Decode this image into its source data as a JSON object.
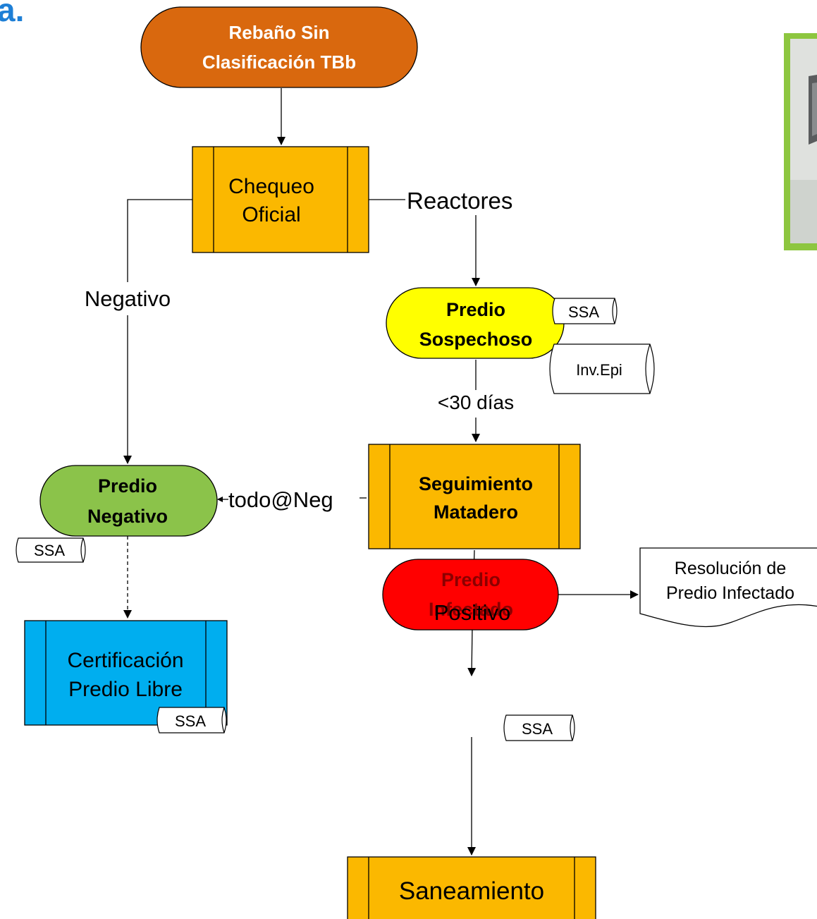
{
  "header_fragment": "a.",
  "nodes": {
    "start": {
      "lines": [
        "Rebaño Sin",
        "Clasificación TBb"
      ],
      "color": "#d9680e"
    },
    "chequeo": {
      "lines": [
        "Chequeo",
        "Oficial"
      ],
      "color": "#fbb800"
    },
    "sospechoso": {
      "lines": [
        "Predio",
        "Sospechoso"
      ],
      "color": "#ffff00"
    },
    "seguimiento": {
      "lines": [
        "Seguimiento",
        "Matadero"
      ],
      "color": "#fbb800"
    },
    "negativo": {
      "lines": [
        "Predio",
        "Negativo"
      ],
      "color": "#8bc34a"
    },
    "certificacion": {
      "lines": [
        "Certificación",
        "Predio Libre"
      ],
      "color": "#00aeef"
    },
    "infectado": {
      "lines": [
        "Predio",
        "Infectado"
      ],
      "color": "#ff0000"
    },
    "saneamiento": {
      "label": "Saneamiento",
      "color": "#fbb800"
    },
    "resolucion": {
      "lines": [
        "Resolución de",
        "Predio Infectado"
      ]
    }
  },
  "tags": {
    "ssa_sospechoso": "SSA",
    "inv_epi": "Inv.Epi",
    "ssa_negativo": "SSA",
    "ssa_certificacion": "SSA",
    "ssa_infectado": "SSA"
  },
  "edge_labels": {
    "reactores": "Reactores",
    "negativo": "Negativo",
    "dias": "<30 días",
    "todo_neg": "todo@Neg",
    "positivo": "Positivo"
  },
  "photo_frame_color": "#8dc63f"
}
